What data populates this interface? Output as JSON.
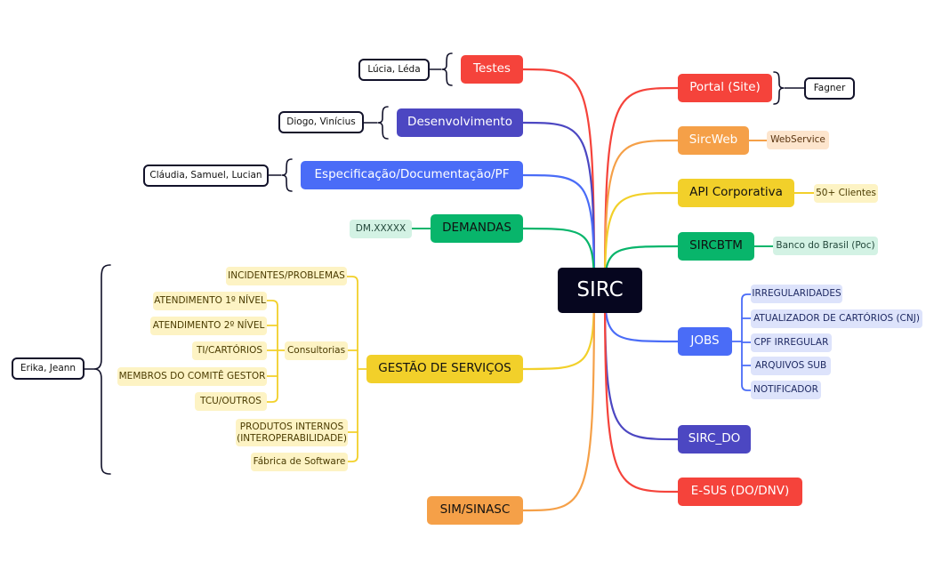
{
  "root": {
    "label": "SIRC"
  },
  "colors": {
    "red": "#f5433b",
    "indigo": "#4c47c2",
    "blue": "#4a6cf7",
    "green": "#08b56b",
    "yellow": "#f2d02a",
    "orange": "#f5a048",
    "root": "#06061f"
  },
  "left": {
    "testes": {
      "label": "Testes",
      "people": "Lúcia, Léda"
    },
    "desenvolvimento": {
      "label": "Desenvolvimento",
      "people": "Diogo, Vinícius"
    },
    "especificacao": {
      "label": "Especificação/Documentação/PF",
      "people": "Cláudia, Samuel, Lucian"
    },
    "demandas": {
      "label": "DEMANDAS",
      "child": "DM.XXXXX"
    },
    "gestao": {
      "label": "GESTÃO DE SERVIÇOS",
      "people": "Erika, Jeann",
      "items": {
        "incidentes": "INCIDENTES/PROBLEMAS",
        "consultorias": "Consultorias",
        "produtos": "PRODUTOS INTERNOS (INTEROPERABILIDADE)",
        "fabrica": "Fábrica de Software"
      },
      "consultorias_items": [
        "ATENDIMENTO 1º NÍVEL",
        "ATENDIMENTO 2º NÍVEL",
        "TI/CARTÓRIOS",
        "MEMBROS DO COMITÊ GESTOR",
        "TCU/OUTROS"
      ]
    },
    "sim": {
      "label": "SIM/SINASC"
    }
  },
  "right": {
    "portal": {
      "label": "Portal (Site)",
      "people": "Fagner"
    },
    "sircweb": {
      "label": "SircWeb",
      "child": "WebService"
    },
    "api": {
      "label": "API Corporativa",
      "child": "50+ Clientes"
    },
    "sircbtm": {
      "label": "SIRCBTM",
      "child": "Banco do Brasil (Poc)"
    },
    "jobs": {
      "label": "JOBS",
      "items": [
        "IRREGULARIDADES",
        "ATUALIZADOR DE CARTÓRIOS (CNJ)",
        "CPF IRREGULAR",
        "ARQUIVOS SUB",
        "NOTIFICADOR"
      ]
    },
    "sirc_do": {
      "label": "SIRC_DO"
    },
    "esus": {
      "label": "E-SUS (DO/DNV)"
    }
  }
}
